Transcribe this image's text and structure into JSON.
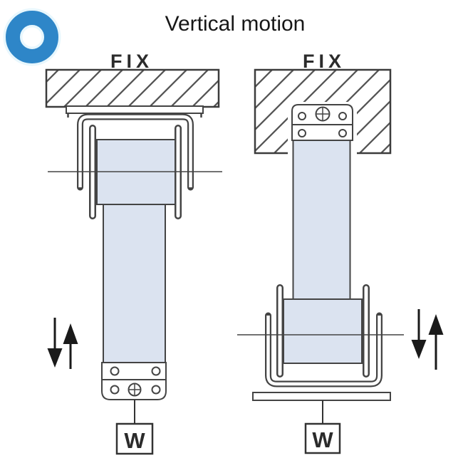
{
  "page": {
    "title": "Vertical motion",
    "background": "#ffffff"
  },
  "icon": {
    "name": "blue-ring-icon",
    "color": "#2e86c8",
    "glow_color": "#cdeefb"
  },
  "colors": {
    "outline": "#444444",
    "hatch_line": "#555555",
    "fill_light_blue": "#dbe3f0",
    "arrow": "#1a1a1a",
    "text": "#1a1a1a"
  },
  "icons": {
    "down_arrow": "▼",
    "up_arrow": "▲"
  },
  "left_diagram": {
    "fix_label": "FIX",
    "weight_label": "W"
  },
  "right_diagram": {
    "fix_label": "FIX",
    "weight_label": "W"
  }
}
